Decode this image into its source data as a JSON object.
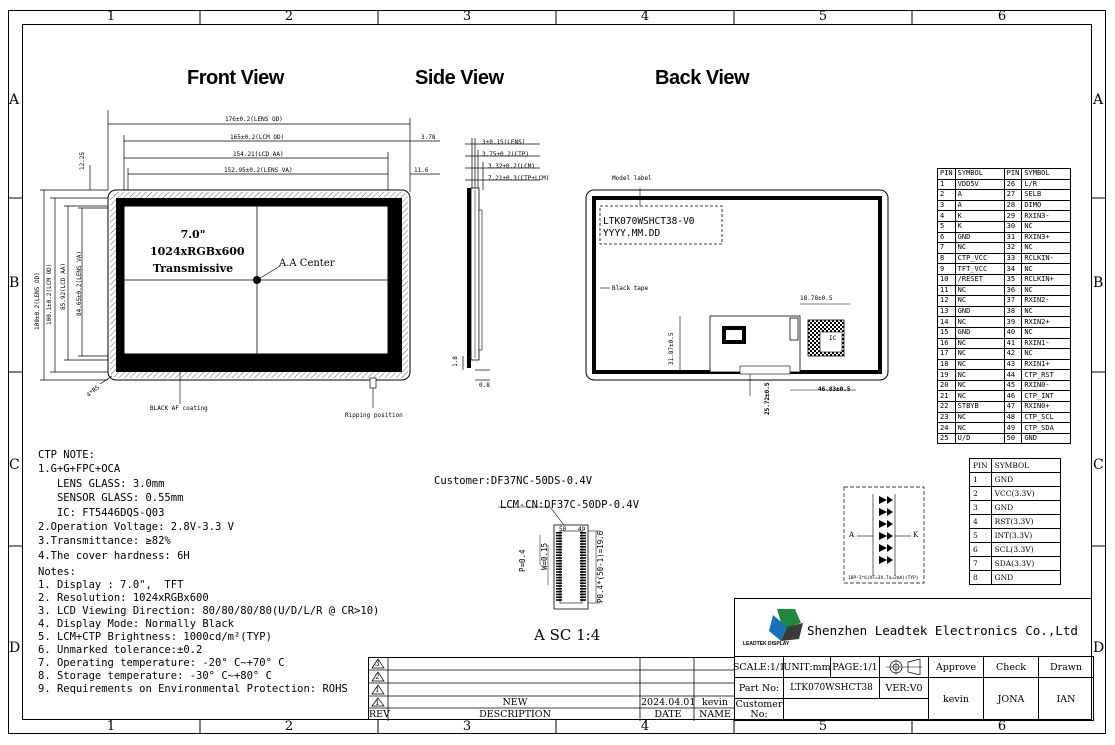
{
  "grid": {
    "top_numbers": [
      "1",
      "2",
      "3",
      "4",
      "5",
      "6"
    ],
    "bottom_numbers": [
      "1",
      "2",
      "3",
      "4",
      "5",
      "6"
    ],
    "left_letters": [
      "A",
      "B",
      "C",
      "D"
    ],
    "right_letters": [
      "A",
      "B",
      "C",
      "D"
    ]
  },
  "views": {
    "front": "Front View",
    "side": "Side View",
    "back": "Back View"
  },
  "front": {
    "dims_top": [
      "176±0.2(LENS OD)",
      "165±0.2(LCM OD)",
      "154.21(LCD AA)",
      "152.95±0.2(LENS VA)"
    ],
    "dim_378": "3.78",
    "dim_116": "11.6",
    "dim_1225": "12.25",
    "dims_left": [
      "109±0.2(LENS OD)",
      "100.1±0.2(LCM OD)",
      "85.92(LCD AA)",
      "84.65±0.2(LENS VA)"
    ],
    "center_text": [
      "7.0\"",
      "1024xRGBx600",
      "Transmissive"
    ],
    "aa_center": "A.A Center",
    "r": "4*R5",
    "black_af": "BLACK AF coating",
    "ripping": "Ripping position"
  },
  "side": {
    "dims": [
      "3±0.15(LENS)",
      "3.75±0.2(CTP)",
      "3.32±0.2(LCM)",
      "7.21±0.3(CTP+LCM)"
    ],
    "d18": "1.8",
    "d08": "0.8"
  },
  "back": {
    "model_label": "Model label",
    "model_text": [
      "LTK070WSHCT38-V0",
      "YYYY.MM.DD"
    ],
    "black_tape": "Black tape",
    "d1878": "18.78±0.5",
    "d3187": "31.87±0.5",
    "d2572": "25.72±0.5",
    "d4683": "46.83±0.5",
    "ic": "IC"
  },
  "pin_table": {
    "headers": [
      "PIN",
      "SYMBOL",
      "PIN",
      "SYMBOL"
    ],
    "rows": [
      [
        "1",
        "VDD5V",
        "26",
        "L/R"
      ],
      [
        "2",
        "A",
        "27",
        "SELB"
      ],
      [
        "3",
        "A",
        "28",
        "DIMO"
      ],
      [
        "4",
        "K",
        "29",
        "RXIN3-"
      ],
      [
        "5",
        "K",
        "30",
        "NC"
      ],
      [
        "6",
        "GND",
        "31",
        "RXIN3+"
      ],
      [
        "7",
        "NC",
        "32",
        "NC"
      ],
      [
        "8",
        "CTP_VCC",
        "33",
        "RCLKIN-"
      ],
      [
        "9",
        "TFT_VCC",
        "34",
        "NC"
      ],
      [
        "10",
        "/RESET",
        "35",
        "RCLKIN+"
      ],
      [
        "11",
        "NC",
        "36",
        "NC"
      ],
      [
        "12",
        "NC",
        "37",
        "RXIN2-"
      ],
      [
        "13",
        "GND",
        "38",
        "NC"
      ],
      [
        "14",
        "NC",
        "39",
        "RXIN2+"
      ],
      [
        "15",
        "GND",
        "40",
        "NC"
      ],
      [
        "16",
        "NC",
        "41",
        "RXIN1-"
      ],
      [
        "17",
        "NC",
        "42",
        "NC"
      ],
      [
        "18",
        "NC",
        "43",
        "RXIN1+"
      ],
      [
        "19",
        "NC",
        "44",
        "CTP_RST"
      ],
      [
        "20",
        "NC",
        "45",
        "RXIN0-"
      ],
      [
        "21",
        "NC",
        "46",
        "CTP_INT"
      ],
      [
        "22",
        "STBYB",
        "47",
        "RXIN0+"
      ],
      [
        "23",
        "NC",
        "48",
        "CTP_SCL"
      ],
      [
        "24",
        "NC",
        "49",
        "CTP_SDA"
      ],
      [
        "25",
        "U/D",
        "50",
        "GND"
      ]
    ]
  },
  "pin_table2": {
    "headers": [
      "PIN",
      "SYMBOL"
    ],
    "rows": [
      [
        "1",
        "GND"
      ],
      [
        "2",
        "VCC(3.3V)"
      ],
      [
        "3",
        "GND"
      ],
      [
        "4",
        "RST(3.3V)"
      ],
      [
        "5",
        "INT(3.3V)"
      ],
      [
        "6",
        "SCL(3.3V)"
      ],
      [
        "7",
        "SDA(3.3V)"
      ],
      [
        "8",
        "GND"
      ]
    ]
  },
  "led": {
    "a": "A",
    "k": "K",
    "caption": "18P-3*6(VF=3V,Ta=2mA)(TYP)"
  },
  "ctp_notes": [
    "CTP NOTE:",
    "1.G+G+FPC+OCA",
    "   LENS GLASS: 3.0mm",
    "   SENSOR GLASS: 0.55mm",
    "   IC: FT5446DQS-Q03",
    "2.Operation Voltage: 2.8V-3.3 V",
    "3.Transmittance: ≥82%",
    "4.The cover hardness: 6H"
  ],
  "notes": [
    "Notes:",
    "1. Display : 7.0\",  TFT",
    "2. Resolution: 1024xRGBx600",
    "3. LCD Viewing Direction: 80/80/80/80(U/D/L/R @ CR>10)",
    "4. Display Mode: Normally Black",
    "5. LCM+CTP Brightness: 1000cd/m²(TYP)",
    "6. Unmarked tolerance:±0.2",
    "7. Operating temperature: -20° C~+70° C",
    "8. Storage temperature: -30° C~+80° C",
    "9. Requirements on Environmental Protection: ROHS"
  ],
  "connector": {
    "customer": "Customer:DF37NC-50DS-0.4V",
    "lcm": "LCM-CN:DF37C-50DP-0.4V",
    "p04": "P=0.4",
    "w015": "W=0.15",
    "p04x": "P0.4*(50-1)=19.6",
    "n50": "50",
    "n49": "49",
    "scale": "A SC 1:4"
  },
  "title_block": {
    "company": "Shenzhen Leadtek Electronics Co.,Ltd",
    "logo_text": "LEADTEK DISPLAY",
    "scale": "SCALE:1/1",
    "unit": "UNIT:mm",
    "page": "PAGE:1/1",
    "approve": "Approve",
    "check": "Check",
    "drawn": "Drawn",
    "part_no_label": "Part No:",
    "part_no": "LTK070WSHCT38",
    "ver": "VER:V0",
    "customer_no": "Customer No:",
    "approve_name": "kevin",
    "check_name": "JONA",
    "drawn_name": "IAN",
    "rev_rows": [
      "3",
      "2",
      "1",
      "1"
    ],
    "rev_new": "NEW",
    "rev_date": "2024.04.01",
    "rev_name": "kevin",
    "rev_hdr": "REV",
    "desc_hdr": "DESCRIPTION",
    "date_hdr": "DATE",
    "name_hdr": "NAME"
  }
}
